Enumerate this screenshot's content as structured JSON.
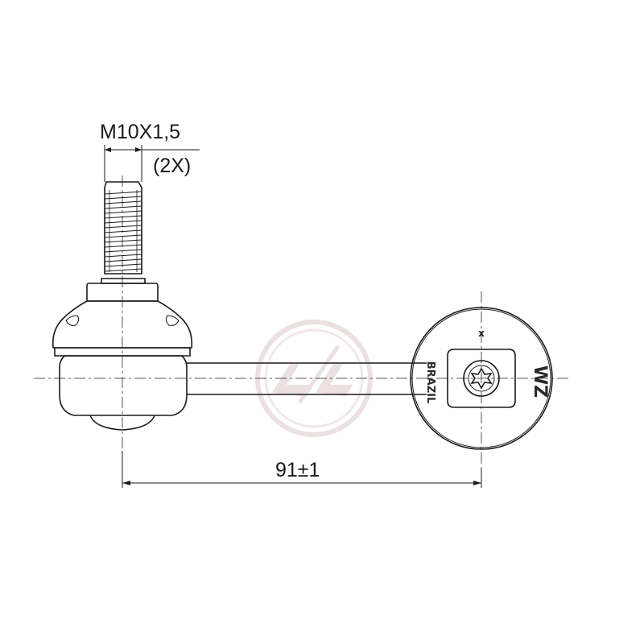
{
  "labels": {
    "thread_spec": "M10X1,5",
    "quantity": "(2X)",
    "length_dimension": "91±1",
    "origin_mark": "BRAZIL",
    "part_mark": "WZ",
    "marker": "x"
  },
  "colors": {
    "line": "#1a1a1a",
    "watermark": "#c9a8a8"
  }
}
